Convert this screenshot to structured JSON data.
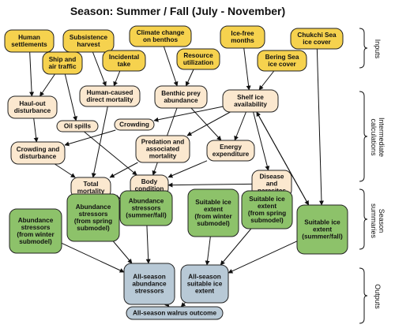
{
  "title": "Season: Summer / Fall (July - November)",
  "colors": {
    "input": "#f6d24e",
    "intermediate": "#fbe8cf",
    "summary": "#8dc26a",
    "output": "#b8c9d6",
    "stroke": "#222222"
  },
  "nodes": [
    {
      "id": "human_settlements",
      "category": "input",
      "lines": [
        "Human",
        "settlements"
      ]
    },
    {
      "id": "subsistence_harvest",
      "category": "input",
      "lines": [
        "Subsistence",
        "harvest"
      ]
    },
    {
      "id": "climate_change_benthos",
      "category": "input",
      "lines": [
        "Climate change",
        "on benthos"
      ]
    },
    {
      "id": "ice_free_months",
      "category": "input",
      "lines": [
        "Ice-free",
        "months"
      ]
    },
    {
      "id": "chukchi_sea_ice_cover",
      "category": "input",
      "lines": [
        "Chukchi Sea",
        "ice cover"
      ]
    },
    {
      "id": "ship_air_traffic",
      "category": "input",
      "lines": [
        "Ship and",
        "air traffic"
      ]
    },
    {
      "id": "incidental_take",
      "category": "input",
      "lines": [
        "Incidental",
        "take"
      ]
    },
    {
      "id": "resource_utilization",
      "category": "input",
      "lines": [
        "Resource",
        "utilization"
      ]
    },
    {
      "id": "bering_sea_ice_cover",
      "category": "input",
      "lines": [
        "Bering Sea",
        "ice cover"
      ]
    },
    {
      "id": "haulout_disturbance",
      "category": "intermediate",
      "lines": [
        "Haul-out",
        "disturbance"
      ]
    },
    {
      "id": "human_caused_mortality",
      "category": "intermediate",
      "lines": [
        "Human-caused",
        "direct mortality"
      ]
    },
    {
      "id": "benthic_prey",
      "category": "intermediate",
      "lines": [
        "Benthic prey",
        "abundance"
      ]
    },
    {
      "id": "shelf_ice",
      "category": "intermediate",
      "lines": [
        "Shelf ice",
        "availability"
      ]
    },
    {
      "id": "oil_spills",
      "category": "intermediate",
      "lines": [
        "Oil spills"
      ]
    },
    {
      "id": "crowding",
      "category": "intermediate",
      "lines": [
        "Crowding"
      ]
    },
    {
      "id": "predation_mortality",
      "category": "intermediate",
      "lines": [
        "Predation and",
        "associated",
        "mortality"
      ]
    },
    {
      "id": "energy_expenditure",
      "category": "intermediate",
      "lines": [
        "Energy",
        "expenditure"
      ]
    },
    {
      "id": "crowding_disturbance",
      "category": "intermediate",
      "lines": [
        "Crowding and",
        "disturbance"
      ]
    },
    {
      "id": "total_mortality",
      "category": "intermediate",
      "lines": [
        "Total",
        "mortality"
      ]
    },
    {
      "id": "body_condition",
      "category": "intermediate",
      "lines": [
        "Body",
        "condition"
      ]
    },
    {
      "id": "disease_parasites",
      "category": "intermediate",
      "lines": [
        "Disease",
        "and",
        "parasites"
      ]
    },
    {
      "id": "abund_winter",
      "category": "summary",
      "lines": [
        "Abundance",
        "stressors",
        "(from winter",
        "submodel)"
      ]
    },
    {
      "id": "abund_spring",
      "category": "summary",
      "lines": [
        "Abundance",
        "stressors",
        "(from spring",
        "submodel)"
      ]
    },
    {
      "id": "abund_summer",
      "category": "summary",
      "lines": [
        "Abundance",
        "stressors",
        "(summer/fall)"
      ]
    },
    {
      "id": "ice_winter",
      "category": "summary",
      "lines": [
        "Suitable ice",
        "extent",
        "(from winter",
        "submodel)"
      ]
    },
    {
      "id": "ice_spring",
      "category": "summary",
      "lines": [
        "Suitable ice",
        "extent",
        "(from spring",
        "submodel)"
      ]
    },
    {
      "id": "ice_summer",
      "category": "summary",
      "lines": [
        "Suitable ice",
        "extent",
        "(summer/fall)"
      ]
    },
    {
      "id": "all_abundance",
      "category": "output",
      "lines": [
        "All-season",
        "abundance",
        "stressors"
      ]
    },
    {
      "id": "all_ice",
      "category": "output",
      "lines": [
        "All-season",
        "suitable ice",
        "extent"
      ]
    },
    {
      "id": "walrus_outcome",
      "category": "output",
      "lines": [
        "All-season walrus outcome"
      ]
    }
  ],
  "edges": [
    [
      "human_settlements",
      "haulout_disturbance"
    ],
    [
      "ship_air_traffic",
      "haulout_disturbance"
    ],
    [
      "ship_air_traffic",
      "oil_spills"
    ],
    [
      "subsistence_harvest",
      "human_caused_mortality"
    ],
    [
      "incidental_take",
      "human_caused_mortality"
    ],
    [
      "climate_change_benthos",
      "benthic_prey"
    ],
    [
      "resource_utilization",
      "benthic_prey"
    ],
    [
      "ice_free_months",
      "shelf_ice"
    ],
    [
      "bering_sea_ice_cover",
      "shelf_ice"
    ],
    [
      "chukchi_sea_ice_cover",
      "ice_summer"
    ],
    [
      "haulout_disturbance",
      "crowding_disturbance"
    ],
    [
      "shelf_ice",
      "crowding"
    ],
    [
      "crowding",
      "crowding_disturbance"
    ],
    [
      "shelf_ice",
      "predation_mortality"
    ],
    [
      "shelf_ice",
      "energy_expenditure"
    ],
    [
      "shelf_ice",
      "disease_parasites"
    ],
    [
      "shelf_ice",
      "ice_summer"
    ],
    [
      "ice_summer",
      "shelf_ice"
    ],
    [
      "benthic_prey",
      "energy_expenditure"
    ],
    [
      "benthic_prey",
      "body_condition"
    ],
    [
      "oil_spills",
      "body_condition"
    ],
    [
      "human_caused_mortality",
      "total_mortality"
    ],
    [
      "crowding_disturbance",
      "total_mortality"
    ],
    [
      "predation_mortality",
      "total_mortality"
    ],
    [
      "energy_expenditure",
      "body_condition"
    ],
    [
      "disease_parasites",
      "body_condition"
    ],
    [
      "body_condition",
      "abund_summer"
    ],
    [
      "total_mortality",
      "abund_summer"
    ],
    [
      "abund_winter",
      "all_abundance"
    ],
    [
      "abund_spring",
      "all_abundance"
    ],
    [
      "abund_summer",
      "all_abundance"
    ],
    [
      "ice_winter",
      "all_ice"
    ],
    [
      "ice_spring",
      "all_ice"
    ],
    [
      "ice_summer",
      "all_ice"
    ],
    [
      "all_abundance",
      "walrus_outcome"
    ],
    [
      "all_ice",
      "walrus_outcome"
    ]
  ],
  "side_labels": [
    {
      "id": "inputs",
      "lines": [
        "Inputs"
      ]
    },
    {
      "id": "intermediate",
      "lines": [
        "Intermediate",
        "calculations"
      ]
    },
    {
      "id": "summaries",
      "lines": [
        "Season",
        "summaries"
      ]
    },
    {
      "id": "outputs",
      "lines": [
        "Outputs"
      ]
    }
  ]
}
